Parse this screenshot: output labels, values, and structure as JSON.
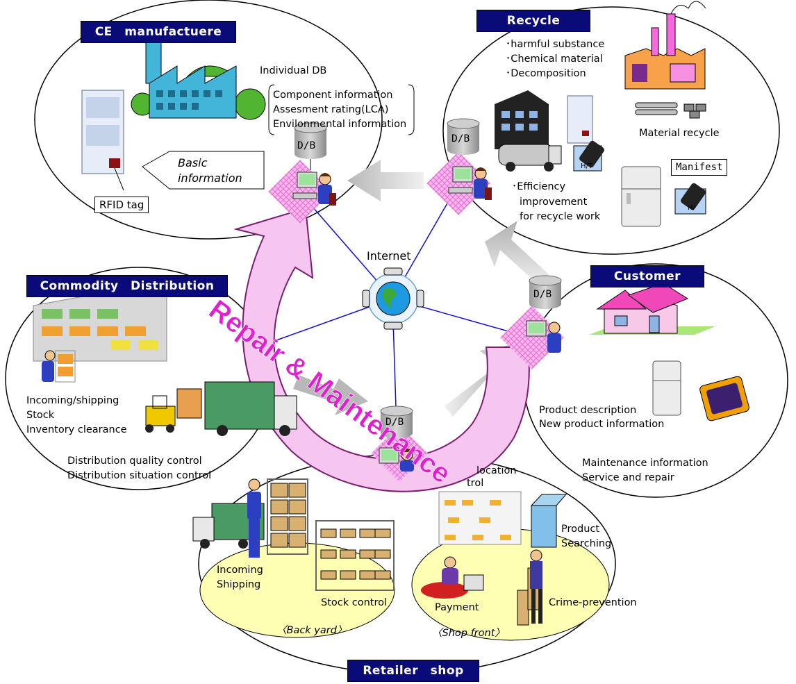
{
  "colors": {
    "header_bg": "#0a0a78",
    "header_text": "#ffffff",
    "arrow_pink": "#f6c6f0",
    "arrow_outline": "#7a1d6e",
    "network_line": "#1010d0",
    "yellow_zone": "#ffffb4",
    "repair_text": "#e020d0"
  },
  "sections": {
    "manufacturer": {
      "title": "CE　manufactuere",
      "db_label": "Individual DB",
      "db_items": [
        "Component information",
        "Assesment rating(LCA)",
        "Envilonmental information"
      ],
      "basic_info": [
        "Basic",
        "information"
      ],
      "rfid": "RFID tag"
    },
    "recycle": {
      "title": "Recycle",
      "items": [
        "･harmful substance",
        "･Chemical material",
        "･Decomposition"
      ],
      "material_recycle": "Material recycle",
      "manifest": "Manifest",
      "efficiency": [
        "･Efficiency",
        "improvement",
        "for recycle work"
      ],
      "ht": "H/T",
      "ht2": "H/"
    },
    "customer": {
      "title": "Customer",
      "product_info": [
        "Product description",
        "New product information"
      ],
      "maintenance": [
        "Maintenance information",
        "Service and repair"
      ]
    },
    "distribution": {
      "title": "Commodity　Distribution",
      "ops": [
        "Incoming/shipping",
        "Stock",
        "Inventory clearance"
      ],
      "quality": [
        "Distribution quality control",
        "Distribution situation control"
      ]
    },
    "retailer": {
      "title": "Retailer　shop",
      "incoming": [
        "Incoming",
        "Shipping"
      ],
      "stock_control": "Stock control",
      "back_yard": "〈Back yard〉",
      "shop_front": "〈Shop front〉",
      "payment": "Payment",
      "crime": "Crime-prevention",
      "product_search": [
        "Product",
        "Searching"
      ],
      "location_partial": [
        "location",
        "trol"
      ]
    }
  },
  "center": {
    "internet": "Internet",
    "db": "D/B",
    "repair": "Repair & Maintenance"
  }
}
